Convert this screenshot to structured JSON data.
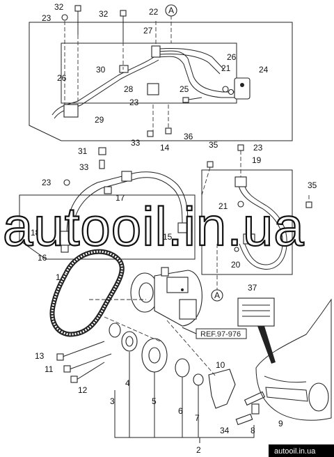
{
  "callouts": {
    "n1": "1",
    "n2": "2",
    "n3": "3",
    "n4": "4",
    "n5": "5",
    "n6": "6",
    "n7": "7",
    "n8": "8",
    "n9": "9",
    "n10": "10",
    "n11": "11",
    "n12": "12",
    "n13": "13",
    "n14": "14",
    "n15": "15",
    "n16": "16",
    "n17": "17",
    "n18": "18",
    "n19": "19",
    "n20": "20",
    "n21a": "21",
    "n21b": "21",
    "n22": "22",
    "n23a": "23",
    "n23b": "23",
    "n23c": "23",
    "n23d": "23",
    "n24": "24",
    "n25": "25",
    "n26a": "26",
    "n26b": "26",
    "n27": "27",
    "n28": "28",
    "n29": "29",
    "n30": "30",
    "n31": "31",
    "n32a": "32",
    "n32b": "32",
    "n33a": "33",
    "n33b": "33",
    "n34": "34",
    "n35a": "35",
    "n35b": "35",
    "n36": "36",
    "n37": "37"
  },
  "markers": {
    "circle_a_top": "A",
    "circle_a_bottom": "A"
  },
  "reference": "REF.97-976",
  "watermark": "autooil.in.ua",
  "site_label": "autooil.in.ua"
}
